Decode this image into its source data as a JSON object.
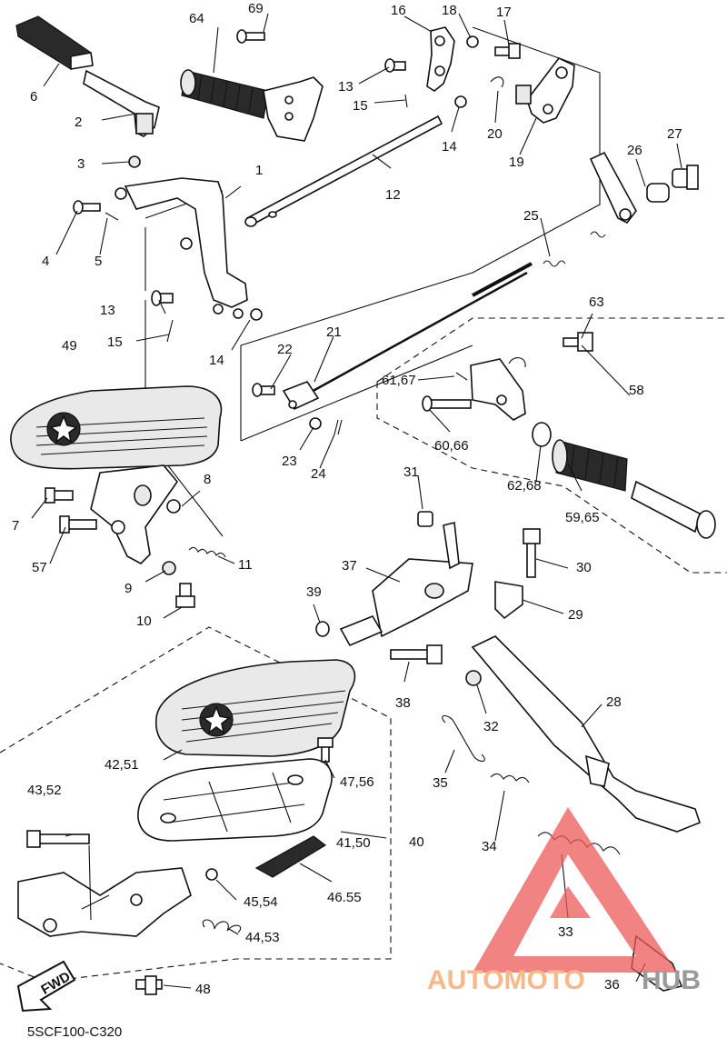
{
  "labels": {
    "l1": "1",
    "l2": "2",
    "l3": "3",
    "l4": "4",
    "l5": "5",
    "l6": "6",
    "l7": "7",
    "l8": "8",
    "l9": "9",
    "l10": "10",
    "l11": "11",
    "l12": "12",
    "l13a": "13",
    "l13b": "13",
    "l14a": "14",
    "l14b": "14",
    "l15a": "15",
    "l15b": "15",
    "l16": "16",
    "l17": "17",
    "l18": "18",
    "l19": "19",
    "l20": "20",
    "l21": "21",
    "l22": "22",
    "l23": "23",
    "l24": "24",
    "l25": "25",
    "l26": "26",
    "l27": "27",
    "l28": "28",
    "l29": "29",
    "l30": "30",
    "l31": "31",
    "l32": "32",
    "l33": "33",
    "l34": "34",
    "l35": "35",
    "l36": "36",
    "l37": "37",
    "l38": "38",
    "l39": "39",
    "l40": "40",
    "l4152": "41,50",
    "l4251": "42,51",
    "l4352": "43,52",
    "l4453": "44,53",
    "l4554": "45,54",
    "l4655": "46.55",
    "l4756": "47,56",
    "l48": "48",
    "l49": "49",
    "l57": "57",
    "l58": "58",
    "l5965": "59,65",
    "l6066": "60,66",
    "l6167": "61,67",
    "l6268": "62,68",
    "l63": "63",
    "l64": "64",
    "l69": "69"
  },
  "fwd_label": "FWD",
  "diagram_code": "5SCF100-C320",
  "watermark": {
    "part1": "AUTOMOTO",
    "part2": "HUB",
    "color_light": "#f6b98a",
    "color_dark": "#9a9a9a",
    "triangle_color": "#ee5a5a"
  }
}
